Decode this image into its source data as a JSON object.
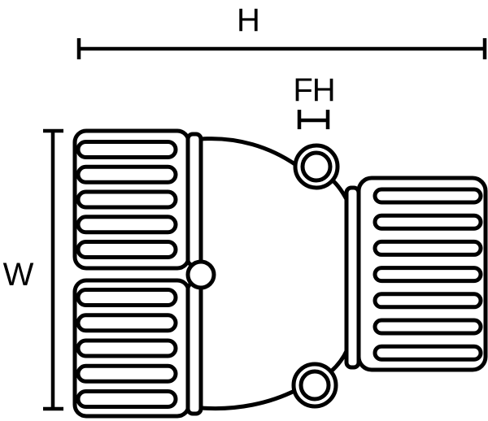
{
  "diagram": {
    "labels": {
      "height": "H",
      "fork_height": "FH",
      "width": "W"
    },
    "colors": {
      "line": "#000000",
      "background": "#ffffff"
    },
    "parts": {
      "left_top_block": {
        "ribs": 5
      },
      "left_bottom_block": {
        "ribs": 5
      },
      "right_block": {
        "ribs": 7
      },
      "grommets": 2
    }
  }
}
